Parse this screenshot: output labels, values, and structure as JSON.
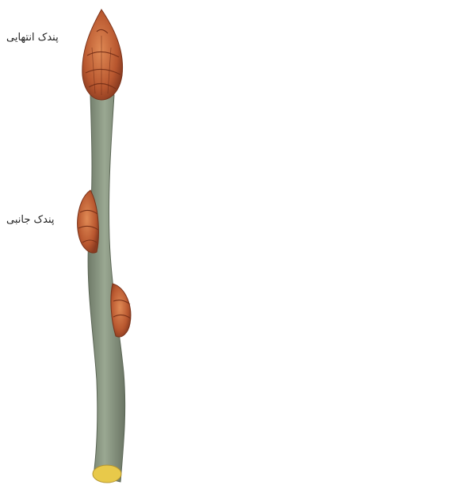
{
  "labels": {
    "terminal_bud": "پندک انتهایی",
    "lateral_bud": "پندک جانبی"
  },
  "colors": {
    "twig_bark": "#8d9b86",
    "bud_scale": "#c46a3e",
    "leaf_green": "#5aa83c",
    "stem_bark": "#d9d2c8",
    "petal_blue": "#c9d8e8",
    "stamen_pink": "#e5457b",
    "guide_line": "#a05ad6",
    "cut_end": "#e8c94a"
  },
  "icons": {
    "left_specimen": "dormant-twig-illustration",
    "right_specimen": "flowering-branch-illustration"
  }
}
